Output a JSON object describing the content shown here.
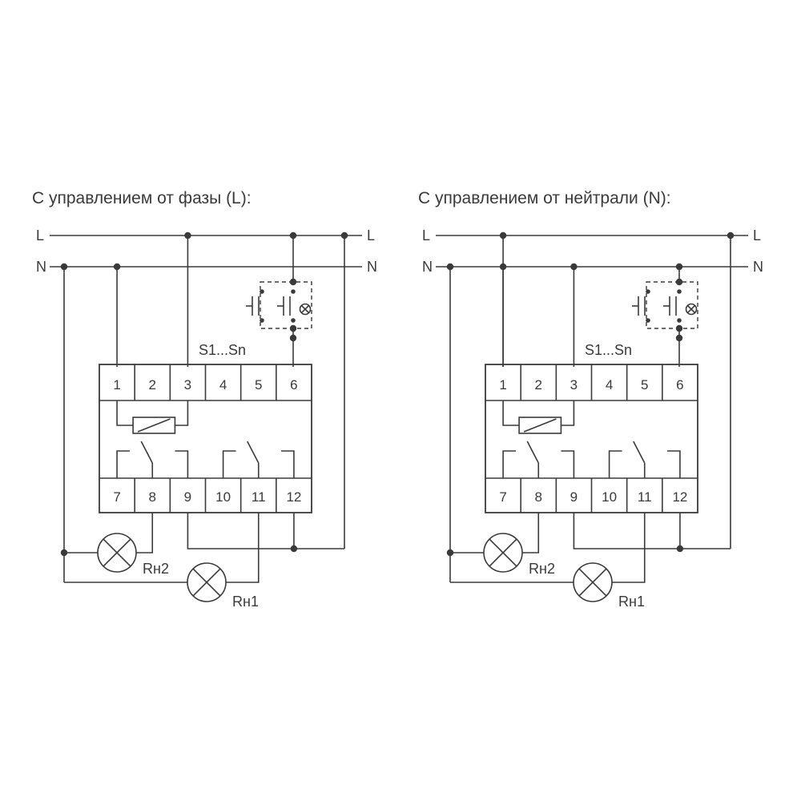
{
  "schemes": [
    {
      "title": "С управлением от фазы (L):",
      "line_label": "L",
      "neutral_label": "N",
      "switch_label": "S1...Sn",
      "terminals_top": [
        "1",
        "2",
        "3",
        "4",
        "5",
        "6"
      ],
      "terminals_bottom": [
        "7",
        "8",
        "9",
        "10",
        "11",
        "12"
      ],
      "lamp1_label": "Rн1",
      "lamp2_label": "Rн2",
      "control_from": "L"
    },
    {
      "title": "С управлением от нейтрали (N):",
      "line_label": "L",
      "neutral_label": "N",
      "switch_label": "S1...Sn",
      "terminals_top": [
        "1",
        "2",
        "3",
        "4",
        "5",
        "6"
      ],
      "terminals_bottom": [
        "7",
        "8",
        "9",
        "10",
        "11",
        "12"
      ],
      "lamp1_label": "Rн1",
      "lamp2_label": "Rн2",
      "control_from": "N"
    }
  ]
}
